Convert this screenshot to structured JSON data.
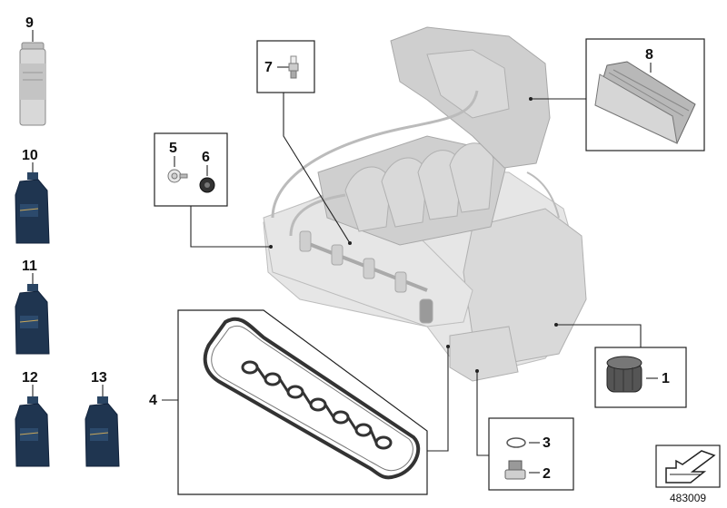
{
  "diagram": {
    "reference_number": "483009",
    "callouts": [
      {
        "id": "c1",
        "label": "1"
      },
      {
        "id": "c2",
        "label": "2"
      },
      {
        "id": "c3",
        "label": "3"
      },
      {
        "id": "c4",
        "label": "4"
      },
      {
        "id": "c5",
        "label": "5"
      },
      {
        "id": "c6",
        "label": "6"
      },
      {
        "id": "c7",
        "label": "7"
      },
      {
        "id": "c8",
        "label": "8"
      },
      {
        "id": "c9",
        "label": "9"
      },
      {
        "id": "c10",
        "label": "10"
      },
      {
        "id": "c11",
        "label": "11"
      },
      {
        "id": "c12",
        "label": "12"
      },
      {
        "id": "c13",
        "label": "13"
      }
    ],
    "colors": {
      "oil_bottle": "#1f3550",
      "line": "#222222",
      "engine_ghost": "#e2e2e2"
    }
  }
}
